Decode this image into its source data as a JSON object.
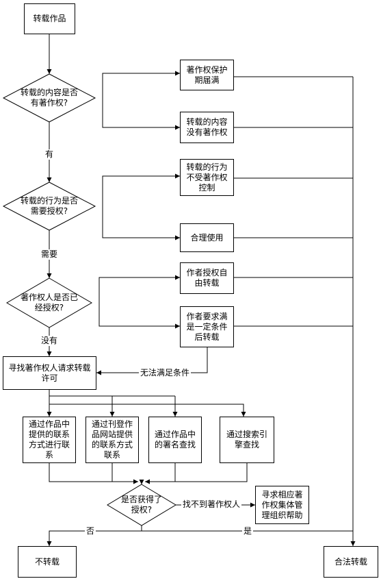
{
  "nodes": {
    "start": "转载作品",
    "q_copyright": "转载的内容是否\n有著作权?",
    "expired": "著作权保护\n期届满",
    "no_copyright": "转载的内容\n没有著作权",
    "q_license": "转载的行为是否\n需要授权?",
    "not_controlled": "转载的行为\n不受著作权\n控制",
    "fair_use": "合理使用",
    "q_authorized": "著作权人是否已\n经授权?",
    "free_reprint": "作者授权自\n由转载",
    "conditional": "作者要求满\n是一定条件\n后转载",
    "seek": "寻找著作权人请求转载\n许可",
    "m1": "通过作品中\n提供的联系\n方式进行联\n系",
    "m2": "通过刊登作\n品网站提供\n的联系方式\n联系",
    "m3": "通过作品中\n的署名查找",
    "m4": "通过搜索引\n擎查找",
    "q_got": "是否获得了\n授权?",
    "collective": "寻求相应著\n作权集体管\n理组织帮助",
    "no_reprint": "不转载",
    "legal": "合法转载"
  },
  "labels": {
    "yes_has": "有",
    "need": "需要",
    "not_have": "没有",
    "cannot_meet": "无法满足条件",
    "not_found": "找不到著作权人",
    "no": "否",
    "yes": "是"
  }
}
